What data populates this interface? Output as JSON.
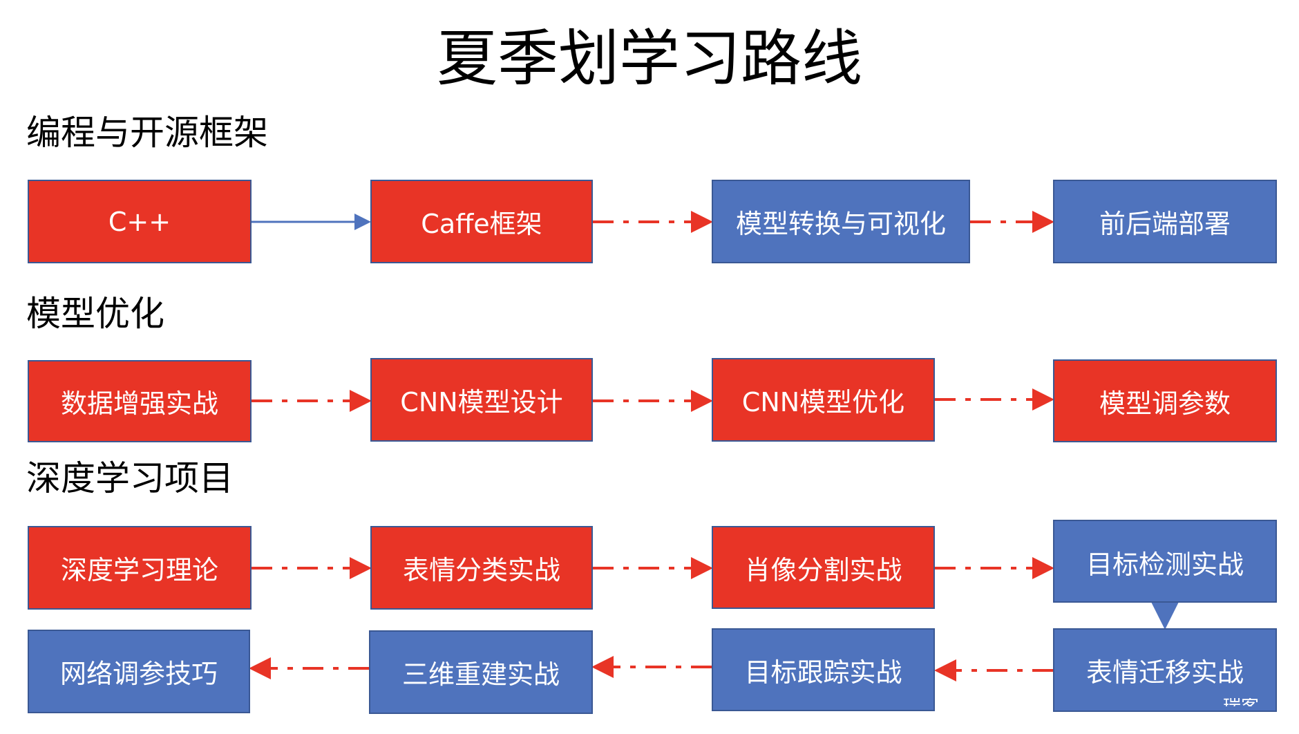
{
  "title": "夏季划学习路线",
  "colors": {
    "red": "#e83426",
    "blue": "#4f73bd",
    "border": "#3a5894"
  },
  "sections": [
    {
      "heading": "编程与开源框架",
      "nodes": [
        {
          "label": "C++",
          "color": "red"
        },
        {
          "label": "Caffe框架",
          "color": "red"
        },
        {
          "label": "模型转换与可视化",
          "color": "blue"
        },
        {
          "label": "前后端部署",
          "color": "blue"
        }
      ]
    },
    {
      "heading": "模型优化",
      "nodes": [
        {
          "label": "数据增强实战",
          "color": "red"
        },
        {
          "label": "CNN模型设计",
          "color": "red"
        },
        {
          "label": "CNN模型优化",
          "color": "red"
        },
        {
          "label": "模型调参数",
          "color": "red"
        }
      ]
    },
    {
      "heading": "深度学习项目",
      "nodes": [
        {
          "label": "深度学习理论",
          "color": "red"
        },
        {
          "label": "表情分类实战",
          "color": "red"
        },
        {
          "label": "肖像分割实战",
          "color": "red"
        },
        {
          "label": "目标检测实战",
          "color": "blue"
        },
        {
          "label": "表情迁移实战",
          "color": "blue"
        },
        {
          "label": "目标跟踪实战",
          "color": "blue"
        },
        {
          "label": "三维重建实战",
          "color": "blue"
        },
        {
          "label": "网络调参技巧",
          "color": "blue"
        }
      ]
    }
  ],
  "edges": [
    {
      "from": "C++",
      "to": "Caffe框架",
      "style": "solid"
    },
    {
      "from": "Caffe框架",
      "to": "模型转换与可视化",
      "style": "dash-dot"
    },
    {
      "from": "模型转换与可视化",
      "to": "前后端部署",
      "style": "dash-dot"
    },
    {
      "from": "数据增强实战",
      "to": "CNN模型设计",
      "style": "dash-dot"
    },
    {
      "from": "CNN模型设计",
      "to": "CNN模型优化",
      "style": "dash-dot"
    },
    {
      "from": "CNN模型优化",
      "to": "模型调参数",
      "style": "dash-dot"
    },
    {
      "from": "深度学习理论",
      "to": "表情分类实战",
      "style": "dash-dot"
    },
    {
      "from": "表情分类实战",
      "to": "肖像分割实战",
      "style": "dash-dot"
    },
    {
      "from": "肖像分割实战",
      "to": "目标检测实战",
      "style": "dash-dot"
    },
    {
      "from": "目标检测实战",
      "to": "表情迁移实战",
      "style": "solid"
    },
    {
      "from": "表情迁移实战",
      "to": "目标跟踪实战",
      "style": "dash-dot"
    },
    {
      "from": "目标跟踪实战",
      "to": "三维重建实战",
      "style": "dash-dot"
    },
    {
      "from": "三维重建实战",
      "to": "网络调参技巧",
      "style": "dash-dot"
    }
  ],
  "watermark": "瑞客论"
}
